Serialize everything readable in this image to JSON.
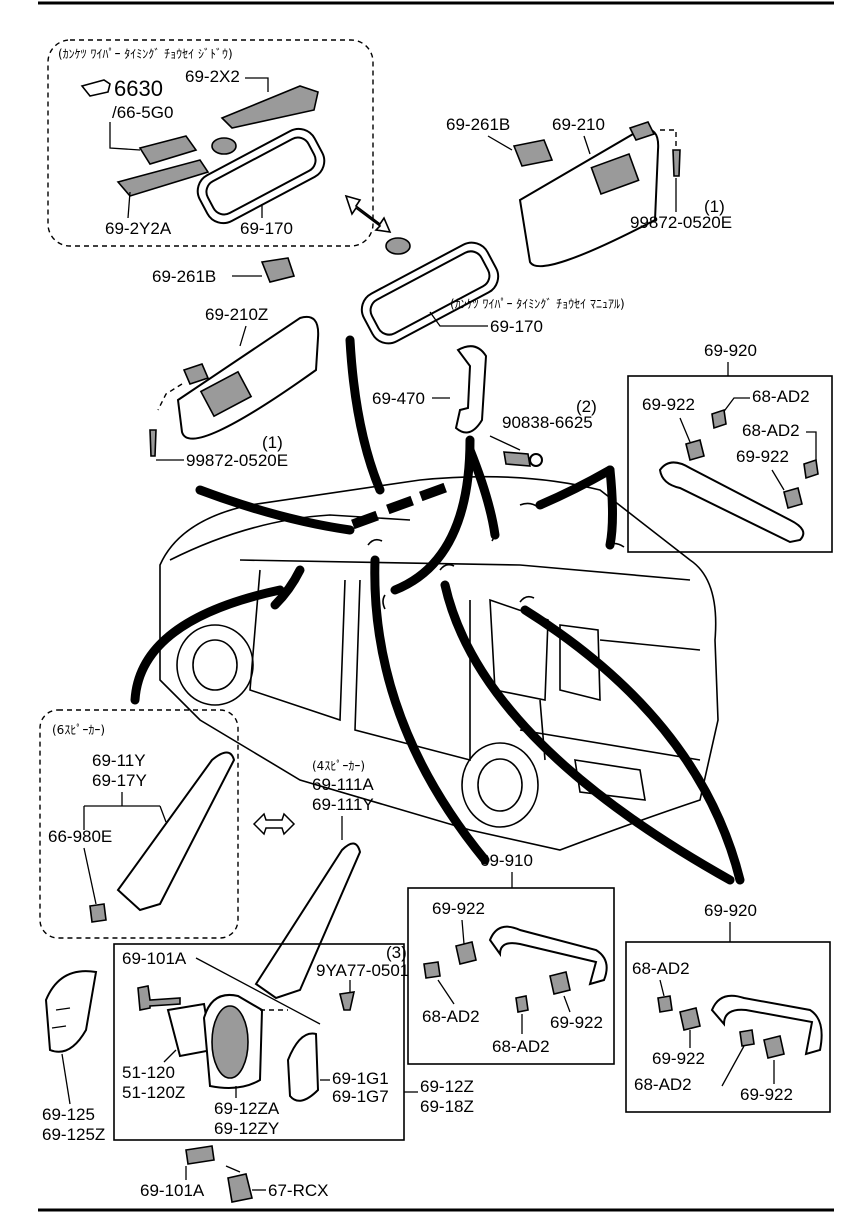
{
  "groups": {
    "auto_dimming": "(ｶﾝｹﾂ ﾜｲﾊﾟｰ ﾀｲﾐﾝｸﾞ ﾁｮｳｾｲ ｼﾞﾄﾞｳ)",
    "manual": "(ｶﾝｹﾂ ﾜｲﾊﾟｰ ﾀｲﾐﾝｸﾞ ﾁｮｳｾｲ ﾏﾆｭｱﾙ)",
    "six_speaker": "(6ｽﾋﾟｰｶｰ)",
    "four_speaker": "(4ｽﾋﾟｰｶｰ)"
  },
  "labels": {
    "sensor_main": "6630",
    "sensor_sub": "/66-5G0",
    "p_692x2": "69-2X2",
    "p_692y2a": "69-2Y2A",
    "p_69170_top": "69-170",
    "p_69170_mid": "69-170",
    "p_69261b_left": "69-261B",
    "p_69261b_right": "69-261B",
    "p_69210": "69-210",
    "p_69210z": "69-210Z",
    "p_screw_r_qty": "(1)",
    "p_screw_r": "99872-0520E",
    "p_screw_l_qty": "(1)",
    "p_screw_l": "99872-0520E",
    "p_69470": "69-470",
    "p_908_qty": "(2)",
    "p_908": "90838-6625",
    "p_69920_top": "69-920",
    "p_69922_a": "69-922",
    "p_68ad2_a": "68-AD2",
    "p_68ad2_b": "68-AD2",
    "p_69922_b": "69-922",
    "p_6911y": "69-11Y",
    "p_6917y": "69-17Y",
    "p_66980e": "66-980E",
    "p_69111a": "69-111A",
    "p_69111y": "69-111Y",
    "p_69910": "69-910",
    "p_69922_c": "69-922",
    "p_68ad2_c": "68-AD2",
    "p_68ad2_d": "68-AD2",
    "p_69922_d": "69-922",
    "p_69920_bot": "69-920",
    "p_68ad2_e": "68-AD2",
    "p_69922_e": "69-922",
    "p_68ad2_f": "68-AD2",
    "p_69922_f": "69-922",
    "p_69101a_top": "69-101A",
    "p_51120": "51-120",
    "p_51120z": "51-120Z",
    "p_6912za": "69-12ZA",
    "p_6912zy": "69-12ZY",
    "p_691g1": "69-1G1",
    "p_691g7": "69-1G7",
    "p_6912z": "69-12Z",
    "p_6918z": "69-18Z",
    "p_9ya_qty": "(3)",
    "p_9ya": "9YA77-0501",
    "p_69125": "69-125",
    "p_69125z": "69-125Z",
    "p_69101a_bot": "69-101A",
    "p_67rcx": "67-RCX"
  },
  "icons": {
    "pointer": "hand-pointer-icon",
    "double_arrow": "double-arrow-icon"
  }
}
